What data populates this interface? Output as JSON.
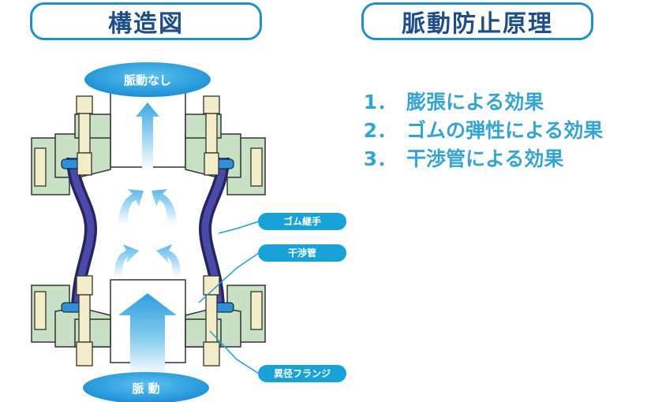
{
  "headers": {
    "structure": "構造図",
    "principle": "脈動防止原理"
  },
  "principles": [
    {
      "num": "1．",
      "text": "膨張による効果"
    },
    {
      "num": "2．",
      "text": "ゴムの弾性による効果"
    },
    {
      "num": "3．",
      "text": "干渉管による効果"
    }
  ],
  "flow": {
    "top": "脈動なし",
    "bottom": "脈 動"
  },
  "callouts": {
    "rubber_joint": "ゴム継手",
    "interference_pipe": "干渉管",
    "reducer_flange": "異径フランジ"
  },
  "colors": {
    "header_border": "#1f8fc9",
    "header_text": "#1d4e8a",
    "principle_text": "#35a4d2",
    "callout_bg": "#18a2d8",
    "flange": "#c8e0c4",
    "rubber": "#3a3a8c",
    "arrow": "#7dc8ee"
  }
}
